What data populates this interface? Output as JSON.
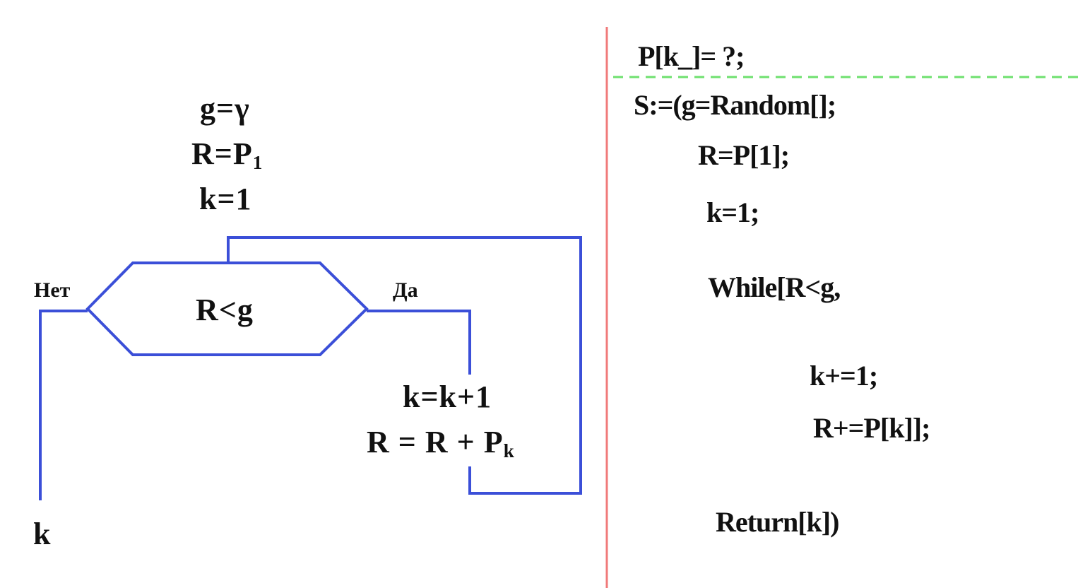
{
  "flowchart": {
    "init": {
      "g_assign": "g=γ",
      "r_assign_base": "R=P",
      "r_assign_sub": "1",
      "k_assign": "k=1"
    },
    "condition": "R<g",
    "no_label": "Нет",
    "yes_label": "Да",
    "body": {
      "k_update": "k=k+1",
      "r_update_base": "R = R + P",
      "r_update_sub": "k"
    },
    "output": "k"
  },
  "code": {
    "lines": [
      "P[k_]= ?;",
      "S:=(g=Random[];",
      "R=P[1];",
      "k=1;",
      "While[R<g,",
      "k+=1;",
      "R+=P[k]];",
      "Return[k])"
    ]
  },
  "colors": {
    "flow_line": "#3b4fd8",
    "separator": "#f07a7a",
    "dashed_rule": "#6ee06e"
  }
}
